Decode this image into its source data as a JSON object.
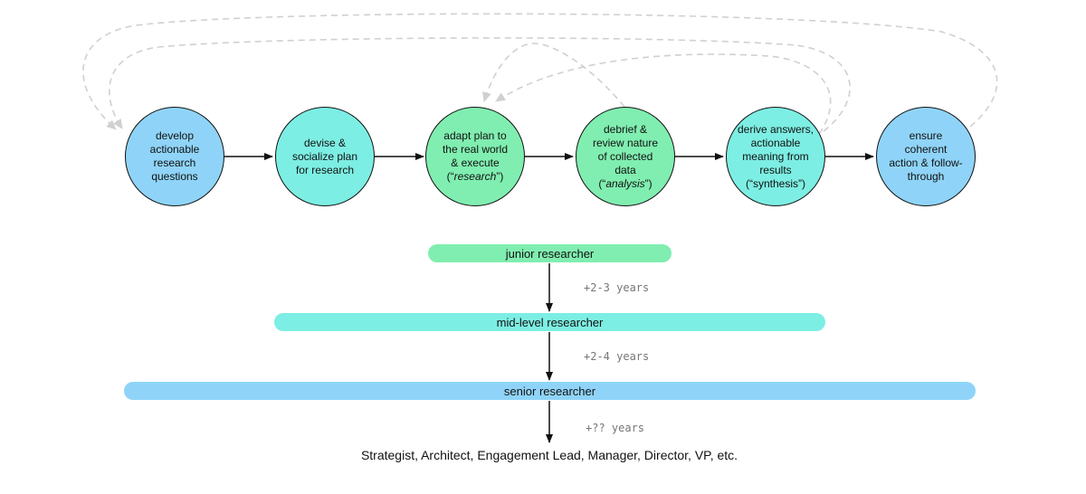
{
  "process": {
    "steps": [
      {
        "lines": [
          "develop",
          "actionable",
          "research",
          "questions"
        ],
        "color": "#8fd4f8"
      },
      {
        "lines": [
          "devise &",
          "socialize plan",
          "for research"
        ],
        "color": "#7deee3"
      },
      {
        "lines": [
          "adapt plan to",
          "the real world",
          "& execute",
          "(“research”)"
        ],
        "italic": "research",
        "color": "#80eeb0"
      },
      {
        "lines": [
          "debrief &",
          "review nature",
          "of collected",
          "data",
          "(“analysis”)"
        ],
        "italic": "analysis",
        "color": "#80eeb0"
      },
      {
        "lines": [
          "derive answers,",
          "actionable",
          "meaning from",
          "results",
          "(“synthesis”)"
        ],
        "color": "#7deee3"
      },
      {
        "lines": [
          "ensure",
          "coherent",
          "action & follow-",
          "through"
        ],
        "color": "#8fd4f8"
      }
    ]
  },
  "career": {
    "levels": [
      {
        "label": "junior researcher",
        "color": "#80eeb0"
      },
      {
        "label": "mid-level researcher",
        "color": "#7deee3"
      },
      {
        "label": "senior researcher",
        "color": "#8fd4f8"
      }
    ],
    "durations": [
      "+2-3 years",
      "+2-4 years",
      "+?? years"
    ],
    "outcome": "Strategist, Architect, Engagement Lead, Manager, Director, VP, etc."
  }
}
